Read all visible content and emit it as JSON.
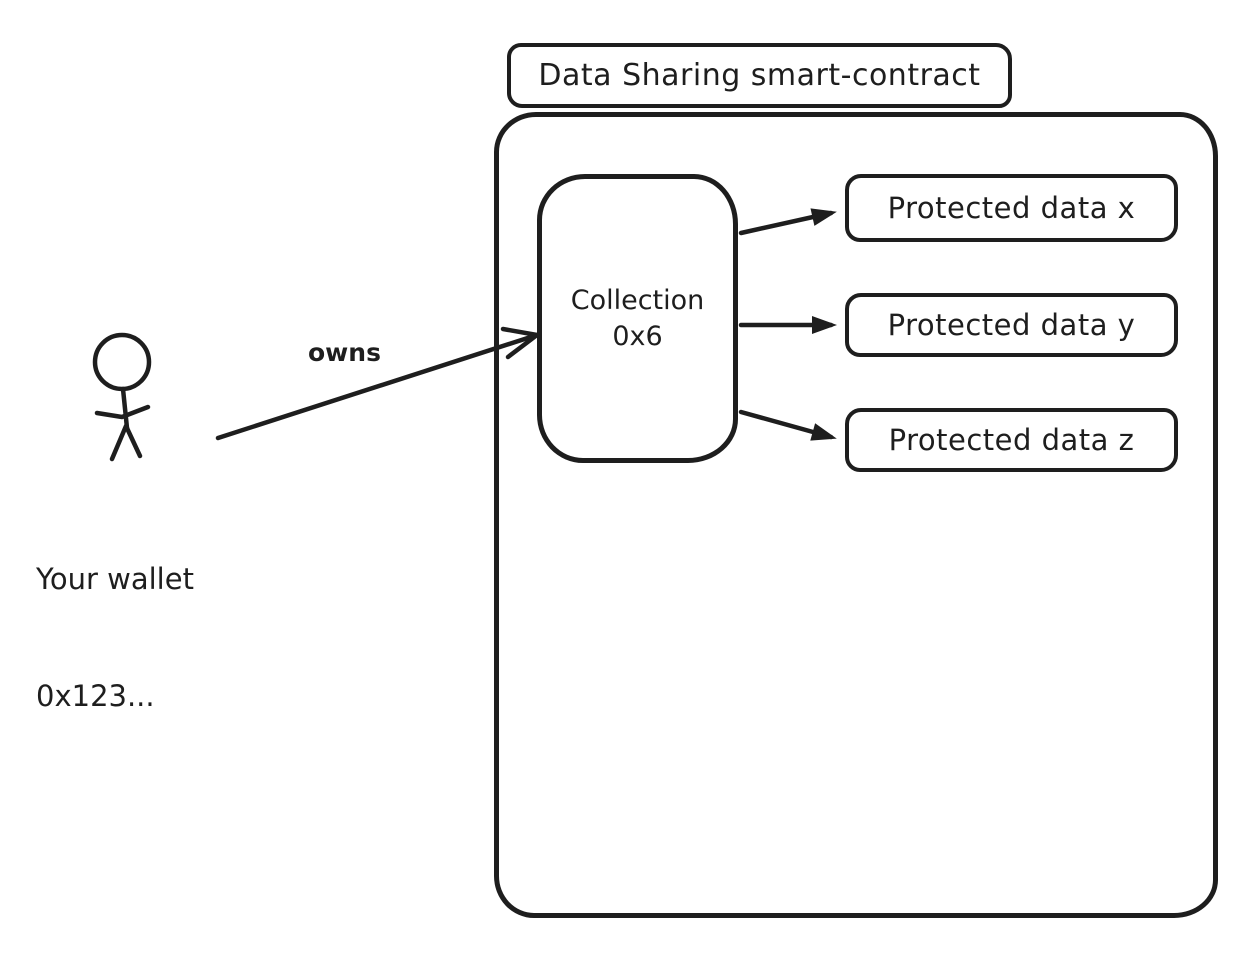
{
  "diagram": {
    "title": "Data Sharing smart-contract",
    "actor": {
      "icon": "stick-figure-icon",
      "label_line1": "Your wallet",
      "label_line2": "0x123..."
    },
    "owns_label": "owns",
    "collection": {
      "line1": "Collection",
      "line2": "0x6"
    },
    "protected_data": [
      {
        "label": "Protected data x"
      },
      {
        "label": "Protected data y"
      },
      {
        "label": "Protected data z"
      }
    ],
    "colors": {
      "stroke": "#1e1e1e",
      "background": "#ffffff"
    }
  }
}
